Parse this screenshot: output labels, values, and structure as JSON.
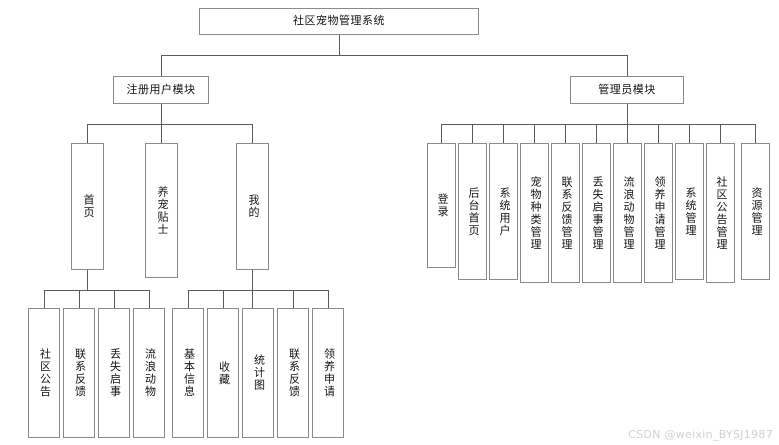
{
  "diagram": {
    "type": "tree",
    "title": "社区宠物管理系统",
    "root": {
      "label": "社区宠物管理系统"
    },
    "modules": [
      {
        "label": "注册用户模块"
      },
      {
        "label": "管理员模块"
      }
    ],
    "user_sections": [
      {
        "label": "首页"
      },
      {
        "label": "养宠贴士"
      },
      {
        "label": "我的"
      }
    ],
    "home_leaves": [
      {
        "label": "社区公告"
      },
      {
        "label": "联系反馈"
      },
      {
        "label": "丢失启事"
      },
      {
        "label": "流浪动物"
      }
    ],
    "mine_leaves": [
      {
        "label": "基本信息"
      },
      {
        "label": "收藏"
      },
      {
        "label": "统计图"
      },
      {
        "label": "联系反馈"
      },
      {
        "label": "领养申请"
      }
    ],
    "admin_leaves": [
      {
        "label": "登录"
      },
      {
        "label": "后台首页"
      },
      {
        "label": "系统用户"
      },
      {
        "label": "宠物种类管理"
      },
      {
        "label": "联系反馈管理"
      },
      {
        "label": "丢失启事管理"
      },
      {
        "label": "流浪动物管理"
      },
      {
        "label": "领养申请管理"
      },
      {
        "label": "系统管理"
      },
      {
        "label": "社区公告管理"
      },
      {
        "label": "资源管理"
      }
    ]
  },
  "watermark": {
    "text": "CSDN @weixin_BYSJ1987"
  },
  "colors": {
    "box_border": "#8a8a8a",
    "connector": "#5a5a5a",
    "text": "#141414",
    "watermark": "#d2d2d2",
    "background": "#ffffff"
  }
}
